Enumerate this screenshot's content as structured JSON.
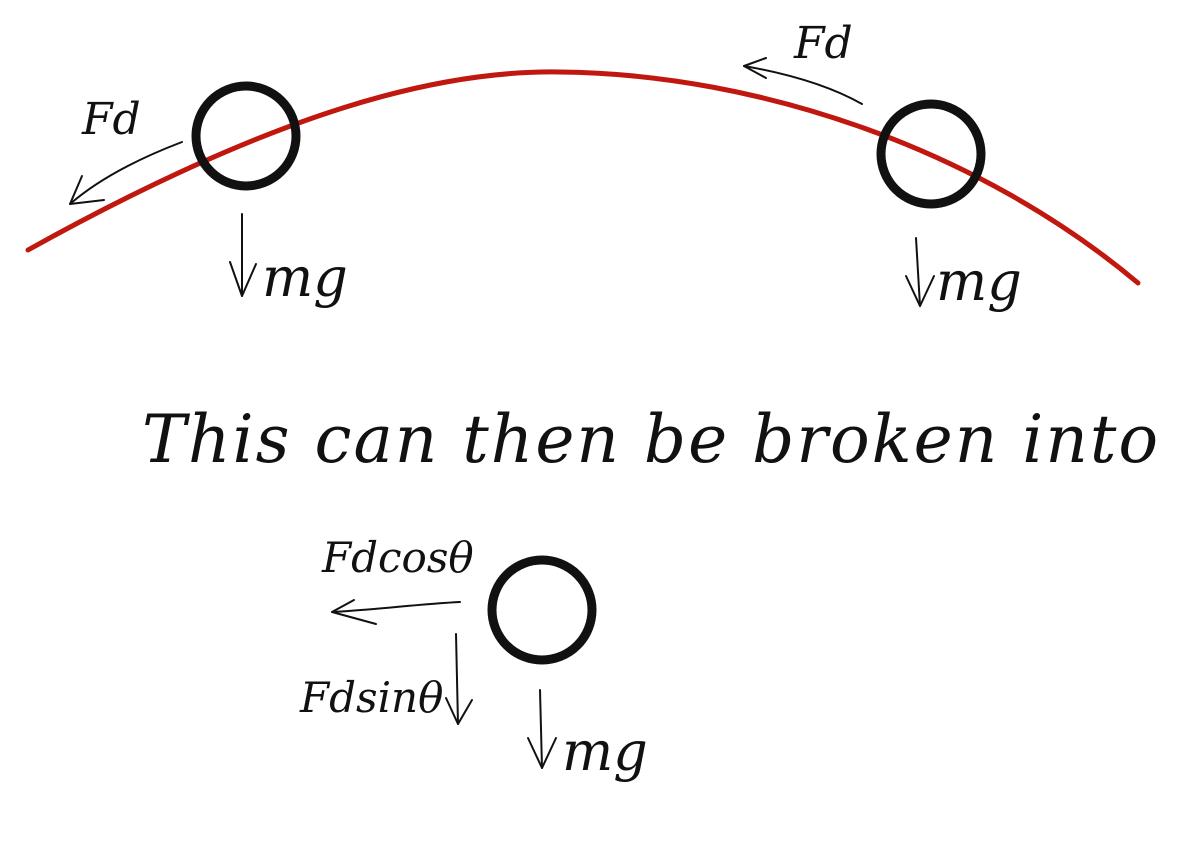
{
  "colors": {
    "trajectory": "#c0170f",
    "ink": "#111111",
    "background": "#ffffff"
  },
  "top_diagram": {
    "left_ball": {
      "drag_label": "Fd",
      "gravity_label": "mg"
    },
    "right_ball": {
      "drag_label": "Fd",
      "gravity_label": "mg"
    }
  },
  "sentence": "This can then be broken into",
  "bottom_diagram": {
    "horizontal_component_label": "Fdcosθ",
    "vertical_component_label": "Fdsinθ",
    "gravity_label": "mg"
  }
}
